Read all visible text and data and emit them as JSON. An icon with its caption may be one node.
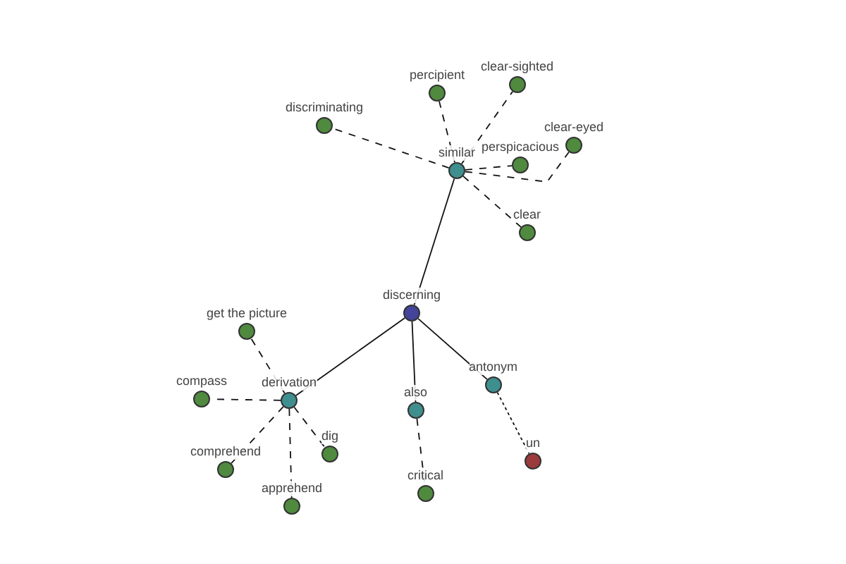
{
  "diagram": {
    "nodes": [
      {
        "text": [
          "discerning"
        ]
      },
      {
        "text": [
          "similar"
        ]
      },
      {
        "text": [
          "derivation"
        ]
      },
      {
        "text": [
          "also"
        ]
      },
      {
        "text": [
          "antonym"
        ]
      },
      {
        "text": [
          "discriminating"
        ]
      },
      {
        "text": [
          "percipient"
        ]
      },
      {
        "text": [
          "clear-sighted"
        ]
      },
      {
        "text": [
          "perspicacious"
        ]
      },
      {
        "text": [
          "clear-eyed"
        ]
      },
      {
        "text": [
          "clear"
        ]
      },
      {
        "text": [
          "get the picture"
        ]
      },
      {
        "text": [
          "compass"
        ]
      },
      {
        "text": [
          "comprehend"
        ]
      },
      {
        "text": [
          "dig"
        ]
      },
      {
        "text": [
          "apprehend"
        ]
      },
      {
        "text": [
          "critical"
        ]
      },
      {
        "text": [
          "un"
        ]
      }
    ],
    "edges": [
      {
        "from": 0,
        "to": 1,
        "arrow": "none"
      },
      {
        "from": 0,
        "to": 2,
        "arrow": "none"
      },
      {
        "from": 0,
        "to": 3,
        "arrow": "none"
      },
      {
        "from": 0,
        "to": 4,
        "arrow": "none"
      },
      {
        "from": 1,
        "to": 5,
        "arrow": "none",
        "style": "dashed"
      },
      {
        "from": 1,
        "to": 6,
        "arrow": "none",
        "style": "dashed"
      },
      {
        "from": 1,
        "to": 7,
        "arrow": "none",
        "style": "dashed"
      },
      {
        "from": 1,
        "to": 8,
        "arrow": "none",
        "style": "dashed"
      },
      {
        "from": 1,
        "to": 9,
        "arrow": "none",
        "style": "dashed"
      },
      {
        "from": 1,
        "to": 10,
        "arrow": "none",
        "style": "dashed"
      },
      {
        "from": 2,
        "to": 11,
        "arrow": "none",
        "style": "dashed"
      },
      {
        "from": 2,
        "to": 12,
        "arrow": "none",
        "style": "dashed"
      },
      {
        "from": 2,
        "to": 13,
        "arrow": "none",
        "style": "dashed"
      },
      {
        "from": 2,
        "to": 14,
        "arrow": "none",
        "style": "dashed"
      },
      {
        "from": 2,
        "to": 15,
        "arrow": "none",
        "style": "dashed"
      },
      {
        "from": 3,
        "to": 16,
        "arrow": "none",
        "style": "dashed"
      },
      {
        "from": 4,
        "to": 17,
        "arrow": "none",
        "style": "dashed"
      }
    ]
  }
}
